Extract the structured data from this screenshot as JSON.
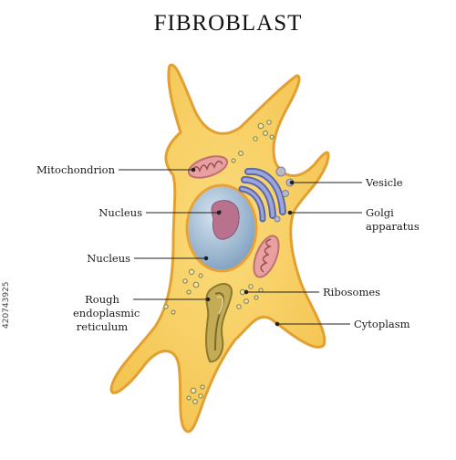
{
  "title": "FIBROBLAST",
  "labels": {
    "mitochondrion": "Mitochondrion",
    "nucleus_1": "Nucleus",
    "nucleus_2": "Nucleus",
    "rough_er_1": "Rough",
    "rough_er_2": "endoplasmic",
    "rough_er_3": "reticulum",
    "vesicle": "Vesicle",
    "golgi_1": "Golgi",
    "golgi_2": "apparatus",
    "ribosomes": "Ribosomes",
    "cytoplasm": "Cytoplasm"
  },
  "stock_id": "420743925",
  "colors": {
    "cytoplasm_fill": "#f7d064",
    "membrane": "#e3a032",
    "nucleus_fill": "#a9c5dc",
    "nucleolus": "#b8728e",
    "golgi": "#7a86c2",
    "mitochondria": "#e8a0a0",
    "rough_er": "#a8913f",
    "ribosome": "#9a9a60"
  }
}
